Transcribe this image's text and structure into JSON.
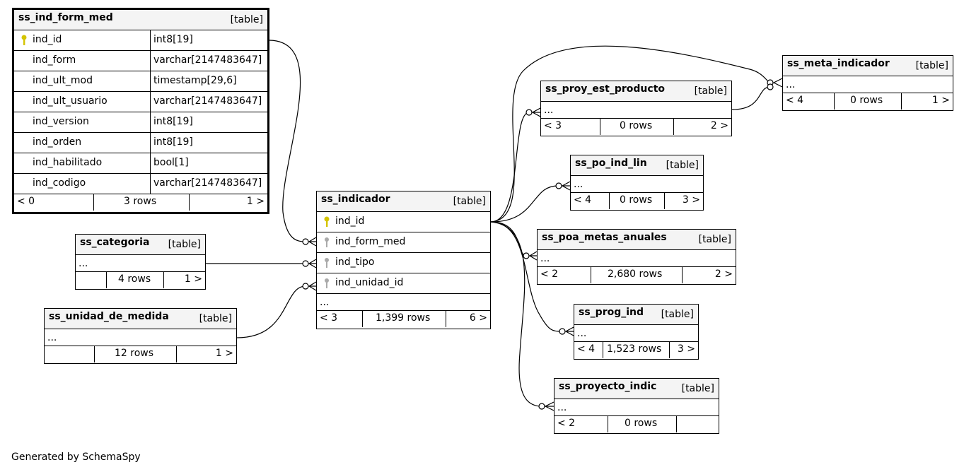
{
  "tables": {
    "ss_ind_form_med": {
      "name": "ss_ind_form_med",
      "kind": "[table]",
      "columns": [
        {
          "name": "ind_id",
          "type": "int8[19]",
          "key": "primary"
        },
        {
          "name": "ind_form",
          "type": "varchar[2147483647]"
        },
        {
          "name": "ind_ult_mod",
          "type": "timestamp[29,6]"
        },
        {
          "name": "ind_ult_usuario",
          "type": "varchar[2147483647]"
        },
        {
          "name": "ind_version",
          "type": "int8[19]"
        },
        {
          "name": "ind_orden",
          "type": "int8[19]"
        },
        {
          "name": "ind_habilitado",
          "type": "bool[1]"
        },
        {
          "name": "ind_codigo",
          "type": "varchar[2147483647]"
        }
      ],
      "footer": {
        "left": "< 0",
        "mid": "3 rows",
        "right": "1 >"
      }
    },
    "ss_categoria": {
      "name": "ss_categoria",
      "kind": "[table]",
      "ellipsis": "...",
      "footer": {
        "left": "",
        "mid": "4 rows",
        "right": "1 >"
      }
    },
    "ss_unidad_de_medida": {
      "name": "ss_unidad_de_medida",
      "kind": "[table]",
      "ellipsis": "...",
      "footer": {
        "left": "",
        "mid": "12 rows",
        "right": "1 >"
      }
    },
    "ss_indicador": {
      "name": "ss_indicador",
      "kind": "[table]",
      "columns": [
        {
          "name": "ind_id",
          "key": "primary"
        },
        {
          "name": "ind_form_med",
          "key": "foreign"
        },
        {
          "name": "ind_tipo",
          "key": "foreign"
        },
        {
          "name": "ind_unidad_id",
          "key": "foreign"
        }
      ],
      "ellipsis": "...",
      "footer": {
        "left": "< 3",
        "mid": "1,399 rows",
        "right": "6 >"
      }
    },
    "ss_proy_est_producto": {
      "name": "ss_proy_est_producto",
      "kind": "[table]",
      "ellipsis": "...",
      "footer": {
        "left": "< 3",
        "mid": "0 rows",
        "right": "2 >"
      }
    },
    "ss_meta_indicador": {
      "name": "ss_meta_indicador",
      "kind": "[table]",
      "ellipsis": "...",
      "footer": {
        "left": "< 4",
        "mid": "0 rows",
        "right": "1 >"
      }
    },
    "ss_po_ind_lin": {
      "name": "ss_po_ind_lin",
      "kind": "[table]",
      "ellipsis": "...",
      "footer": {
        "left": "< 4",
        "mid": "0 rows",
        "right": "3 >"
      }
    },
    "ss_poa_metas_anuales": {
      "name": "ss_poa_metas_anuales",
      "kind": "[table]",
      "ellipsis": "...",
      "footer": {
        "left": "< 2",
        "mid": "2,680 rows",
        "right": "2 >"
      }
    },
    "ss_prog_ind": {
      "name": "ss_prog_ind",
      "kind": "[table]",
      "ellipsis": "...",
      "footer": {
        "left": "< 4",
        "mid": "1,523 rows",
        "right": "3 >"
      }
    },
    "ss_proyecto_indic": {
      "name": "ss_proyecto_indic",
      "kind": "[table]",
      "ellipsis": "...",
      "footer": {
        "left": "< 2",
        "mid": "0 rows",
        "right": ""
      }
    }
  },
  "credit": "Generated by SchemaSpy",
  "colors": {
    "primary_key": "#d4c400",
    "foreign_key": "#aaaaaa",
    "header_bg": "#f4f4f4"
  }
}
